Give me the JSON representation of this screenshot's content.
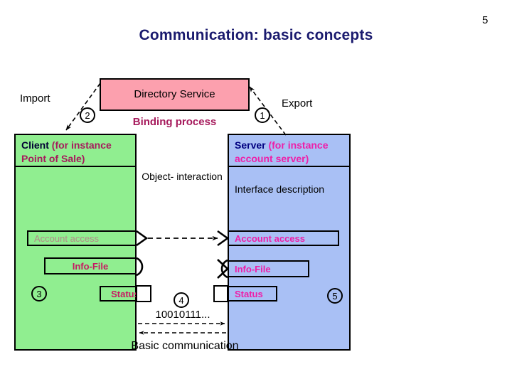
{
  "slide": {
    "page_number": "5",
    "title": "Communication: basic concepts",
    "background_color": "#ffffff"
  },
  "colors": {
    "title": "#1a1a6e",
    "directory_service_fill": "#fca0ae",
    "client_fill": "#90ee90",
    "server_fill": "#a9c0f5",
    "magenta_text": "#a61a5c",
    "server_accent": "#ee1fa8",
    "client_port_text": "#c71a62",
    "outline": "#000000"
  },
  "directory_service": {
    "title": "Directory Service",
    "caption": "Binding process"
  },
  "bindings": {
    "import_label": "Import",
    "export_label": "Export"
  },
  "client": {
    "title_main": "Client ",
    "title_paren": "(for instance Point of Sale)",
    "ports": [
      {
        "name": "account-access",
        "label": "Account access",
        "connector": "ball"
      },
      {
        "name": "info-file",
        "label": "Info-File",
        "connector": "lollipop"
      },
      {
        "name": "status",
        "label": "Status",
        "connector": "socket"
      }
    ]
  },
  "server": {
    "title_main": "Server ",
    "title_paren": "(for instance account server)",
    "interface_description": "Interface description",
    "ports": [
      {
        "name": "account-access",
        "label": "Account access",
        "connector": "ball"
      },
      {
        "name": "info-file",
        "label": "Info-File",
        "connector": "socket-curve"
      },
      {
        "name": "status",
        "label": "Status",
        "connector": "socket"
      }
    ]
  },
  "middle": {
    "object_interaction": "Object- interaction",
    "bit_stream": "10010111...",
    "basic_communication": "Basic communication"
  },
  "steps": {
    "one": "1",
    "two": "2",
    "three": "3",
    "four": "4",
    "five": "5"
  }
}
